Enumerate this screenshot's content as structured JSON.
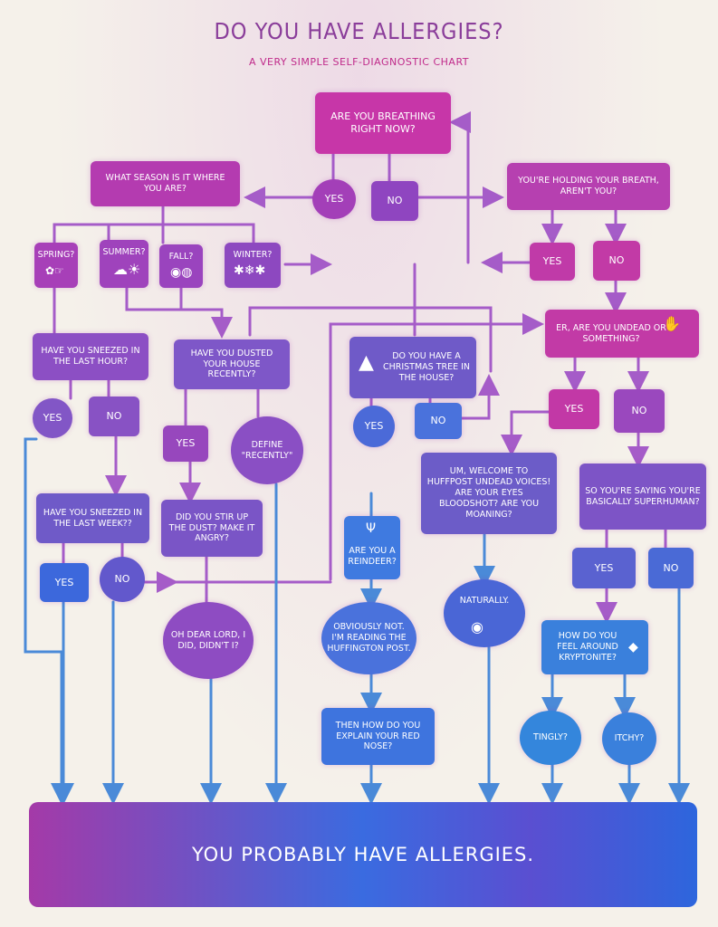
{
  "header": {
    "title": "Do you have Allergies?",
    "subtitle": "A very simple self-diagnostic chart"
  },
  "nodes": {
    "breathing": "Are you breathing right now?",
    "breathing_yes": "Yes",
    "breathing_no": "No",
    "season": "What season is it where you are?",
    "holding": "You're holding your breath, aren't you?",
    "holding_yes": "Yes",
    "holding_no": "No",
    "spring": "Spring?",
    "summer": "Summer?",
    "fall": "Fall?",
    "winter": "Winter?",
    "undead": "Er, are you undead or something?",
    "undead_yes": "Yes",
    "undead_no": "No",
    "sneezed_hour": "Have you sneezed in the last hour?",
    "sneezed_hour_yes": "Yes",
    "sneezed_hour_no": "No",
    "dusted": "Have you dusted your house recently?",
    "dusted_yes": "Yes",
    "define": "Define \"recently\"",
    "xmas": "Do you have a Christmas tree in the house?",
    "xmas_yes": "Yes",
    "xmas_no": "No",
    "huffpost": "Um, welcome to HuffPost Undead Voices! Are your eyes bloodshot? Are you moaning?",
    "superhuman": "So you're saying you're basically superhuman?",
    "sneezed_week": "Have you sneezed in the last week??",
    "sneezed_week_yes": "Yes",
    "sneezed_week_no": "No",
    "stir": "Did you stir up the dust? Make it angry?",
    "reindeer": "Are you a reindeer?",
    "naturally": "Naturally.",
    "super_yes": "Yes",
    "super_no": "No",
    "oh_dear": "Oh dear Lord, I did, didn't I?",
    "obviously": "Obviously not. I'm reading the Huffington Post.",
    "kryptonite": "How do you feel around Kryptonite?",
    "red_nose": "Then how do you explain your red nose?",
    "tingly": "Tingly?",
    "itchy": "Itchy?"
  },
  "result": "You probably have allergies.",
  "colors": {
    "magenta": "#c43cb0",
    "purple": "#8b4fc6",
    "violet": "#6a55c8",
    "blue": "#3a70dc",
    "arrow": "#a55cc8",
    "arrow_blue": "#4a8ad8"
  },
  "icons": [
    "flower-icon",
    "sun-cloud-icon",
    "apple-pumpkin-icon",
    "snowflake-icon",
    "zombie-hand-icon",
    "christmas-tree-icon",
    "antler-icon",
    "eye-icon",
    "crystal-icon"
  ]
}
